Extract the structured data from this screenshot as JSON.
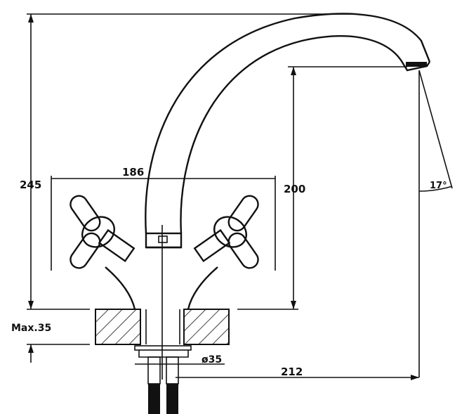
{
  "dimensions": {
    "total_height": "245",
    "handle_span": "186",
    "spout_height": "200",
    "spout_angle": "17°",
    "max_counter_thickness": "Max.35",
    "hole_diameter": "ø35",
    "spout_reach": "212"
  },
  "colors": {
    "line": "#111111",
    "background": "#ffffff"
  }
}
